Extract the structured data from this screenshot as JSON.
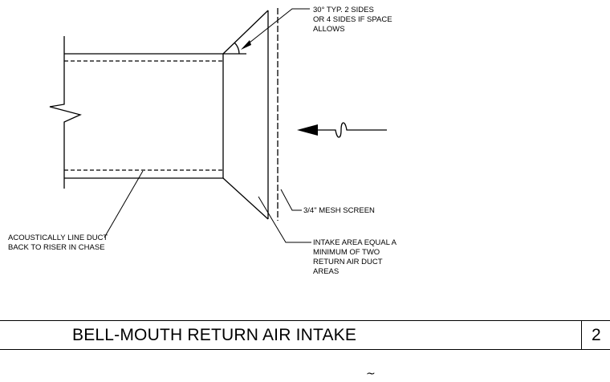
{
  "notes": {
    "angle_line1": "30° TYP. 2 SIDES",
    "angle_line2": "OR 4 SIDES IF SPACE",
    "angle_line3": "ALLOWS",
    "mesh": "3/4\" MESH SCREEN",
    "acoustic_line1": "ACOUSTICALLY LINE DUCT",
    "acoustic_line2": "BACK TO RISER IN CHASE",
    "intake_line1": "INTAKE AREA EQUAL A",
    "intake_line2": "MINIMUM OF TWO",
    "intake_line3": "RETURN AIR DUCT",
    "intake_line4": "AREAS"
  },
  "title": {
    "label": "BELL-MOUTH RETURN AIR INTAKE",
    "detail_number": "2"
  },
  "cursor_glyph": "~"
}
